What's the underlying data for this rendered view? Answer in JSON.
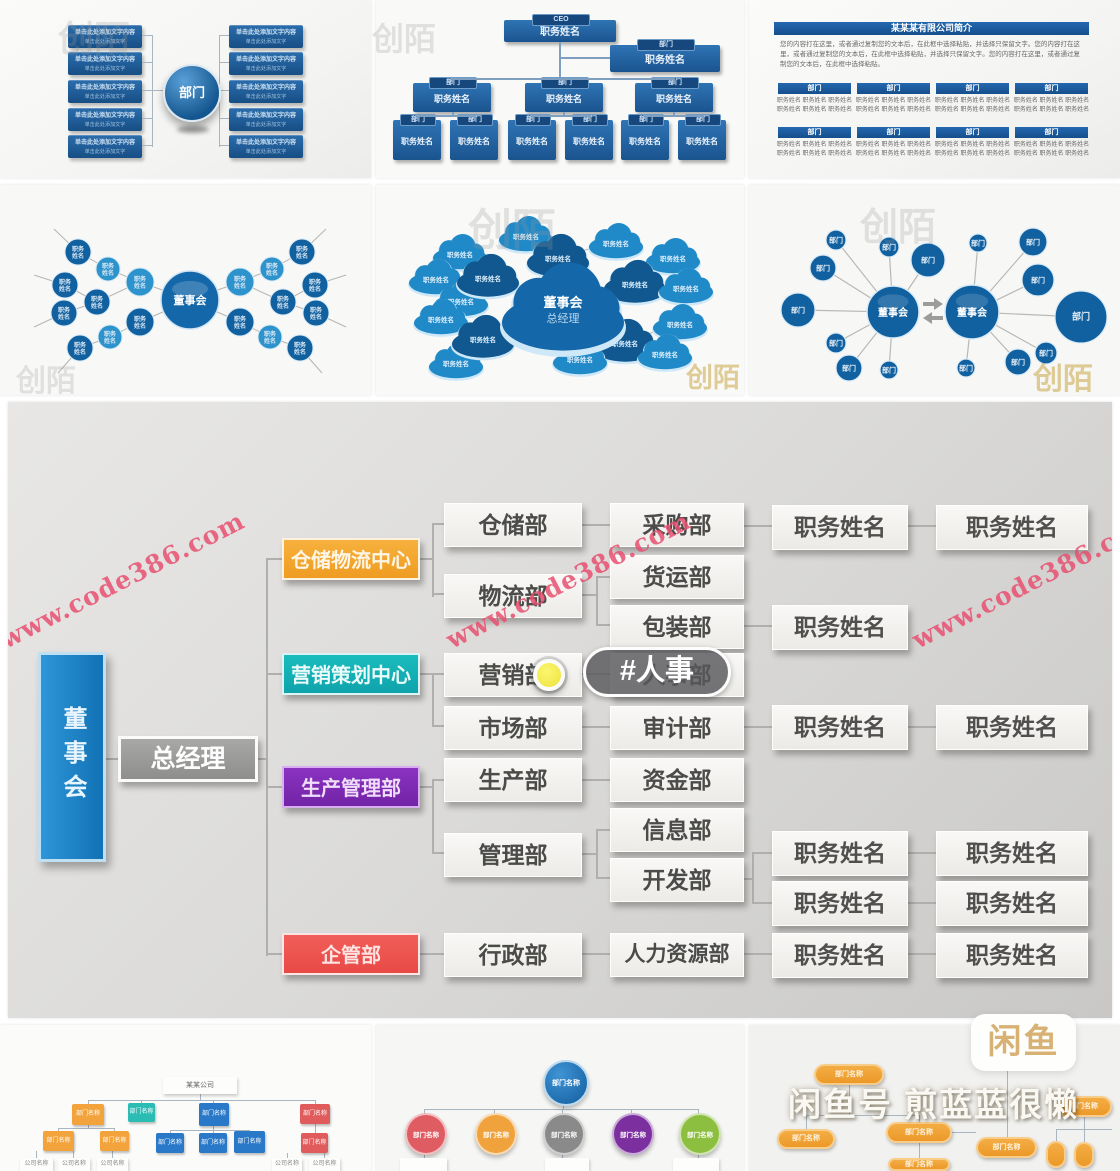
{
  "overlay": {
    "topic_tag": "#人事",
    "logo_text": "闲鱼",
    "seller_prefix": "闲鱼号 ",
    "seller_name": "煎蓝蓝很懒",
    "watermark_url": "www.code386.com",
    "ghost_mark": "创陌"
  },
  "colors": {
    "dark_blue": "#1a548f",
    "link_blue": "#1172b4",
    "orange": "#ef9c22",
    "teal": "#0fa3ab",
    "purple": "#7223a6",
    "red": "#e84a46",
    "watermark_pink": "#e85070",
    "xianyu_gold": "#d8b275"
  },
  "slide_org_radial": {
    "center": "部门",
    "item_line1": "单击此处添加文字内容",
    "item_line2": "单击此处添加文字"
  },
  "slide_org_tree": {
    "ceo_tab": "CEO",
    "ceo_name": "职务姓名",
    "dept_tab": "部门",
    "dept_name": "职务姓名"
  },
  "slide_company_intro": {
    "title": "某某某有限公司简介",
    "paragraph": "您的内容打在这里，或者通过复制您的文本后，在此框中选择粘贴，并选择只保留文字。您的内容打在这里，或者通过复制您的文本后，在此框中选择粘贴，并选择只保留文字。您的内容打在这里，或者通过复制您的文本后，在此框中选择粘贴。",
    "dept_header": "部门",
    "names_row": "职务姓名  职务姓名  职务姓名\n职务姓名  职务姓名  职务姓名"
  },
  "slide_network": {
    "center": "董事会",
    "node_line1": "职务",
    "node_line2": "姓名"
  },
  "slide_clouds": {
    "center_line1": "董事会",
    "center_line2": "总经理",
    "node": "职务姓名"
  },
  "slide_bubbles": {
    "center": "董事会",
    "node": "部门"
  },
  "main_chart": {
    "board": "董事会",
    "general_manager": "总经理",
    "centers": [
      "仓储物流中心",
      "营销策划中心",
      "生产管理部",
      "企管部"
    ],
    "depts_l2": [
      "仓储部",
      "物流部",
      "营销部",
      "市场部",
      "生产部",
      "管理部",
      "行政部"
    ],
    "depts_l3": [
      "采购部",
      "货运部",
      "包装部",
      "人事部",
      "审计部",
      "资金部",
      "信息部",
      "开发部",
      "人力资源部"
    ],
    "person": "职务姓名"
  },
  "slide_bottom_left": {
    "root": "某某公司",
    "node": "部门名称",
    "leaf": "公司名称"
  },
  "slide_bottom_mid": {
    "node": "部门名称"
  },
  "slide_bottom_right": {
    "node": "部门名称"
  }
}
